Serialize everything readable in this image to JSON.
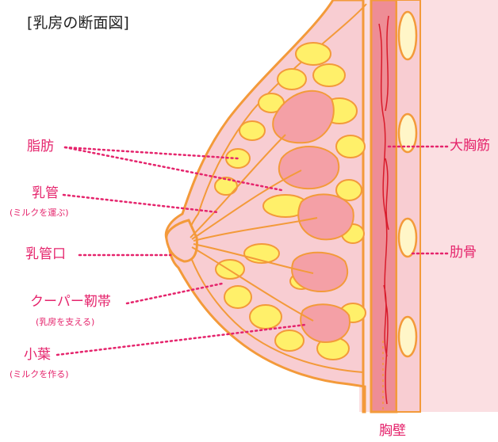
{
  "title": "[乳房の断面図]",
  "labels": {
    "fat": "脂肪",
    "duct": "乳管",
    "duct_sub": "(ミルクを運ぶ)",
    "opening": "乳管口",
    "cooper": "クーパー靭帯",
    "cooper_sub": "(乳房を支える)",
    "lobule": "小葉",
    "lobule_sub": "(ミルクを作る)",
    "pectoral": "大胸筋",
    "rib": "肋骨",
    "chest_wall": "胸壁"
  },
  "colors": {
    "label": "#e5246c",
    "outline": "#f39a3a",
    "skin": "#f8cdd2",
    "fat": "#fff06a",
    "lobule": "#f4a0a6",
    "muscle": "#ee8d95",
    "bone": "#fff6c8"
  }
}
